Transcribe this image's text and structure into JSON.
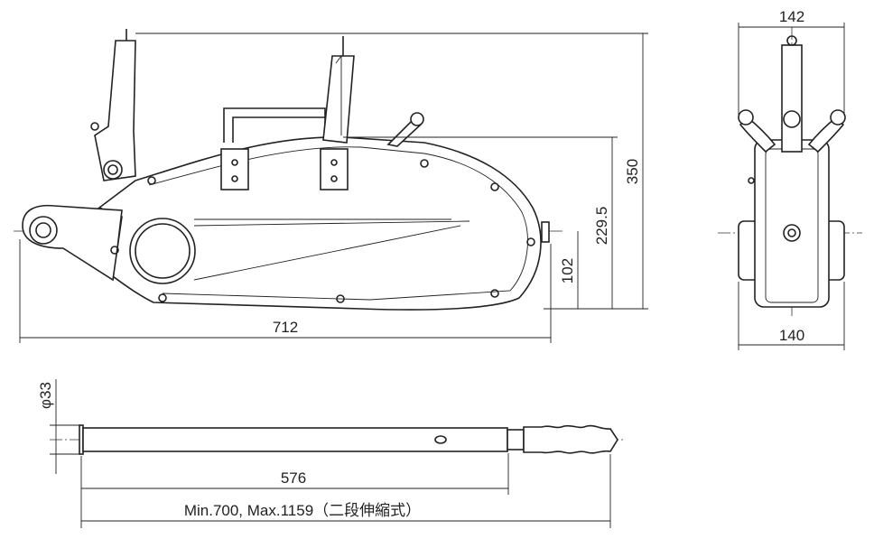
{
  "title": "Wire rope hoist dimension drawing",
  "dimensions": {
    "overall_length": "712",
    "overall_height": "350",
    "body_height": "229.5",
    "center_height": "102",
    "top_width": "142",
    "base_width": "140",
    "handle_diameter": "φ33",
    "handle_inner_length": "576",
    "handle_extended_length": "Min.700, Max.1159（二段伸縮式）"
  }
}
